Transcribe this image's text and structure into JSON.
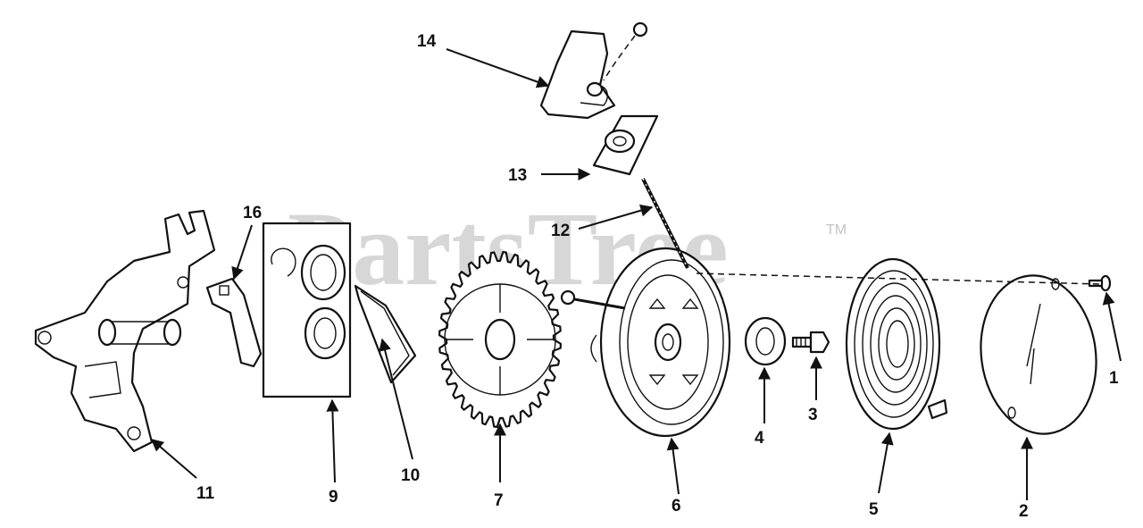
{
  "watermark": {
    "text": "PartsTree",
    "trademark": "TM"
  },
  "callouts": [
    {
      "id": "1",
      "label": "1"
    },
    {
      "id": "2",
      "label": "2"
    },
    {
      "id": "3",
      "label": "3"
    },
    {
      "id": "4",
      "label": "4"
    },
    {
      "id": "5",
      "label": "5"
    },
    {
      "id": "6",
      "label": "6"
    },
    {
      "id": "7",
      "label": "7"
    },
    {
      "id": "9",
      "label": "9"
    },
    {
      "id": "10",
      "label": "10"
    },
    {
      "id": "11",
      "label": "11"
    },
    {
      "id": "12",
      "label": "12"
    },
    {
      "id": "13",
      "label": "13"
    },
    {
      "id": "14",
      "label": "14"
    },
    {
      "id": "16",
      "label": "16"
    }
  ]
}
